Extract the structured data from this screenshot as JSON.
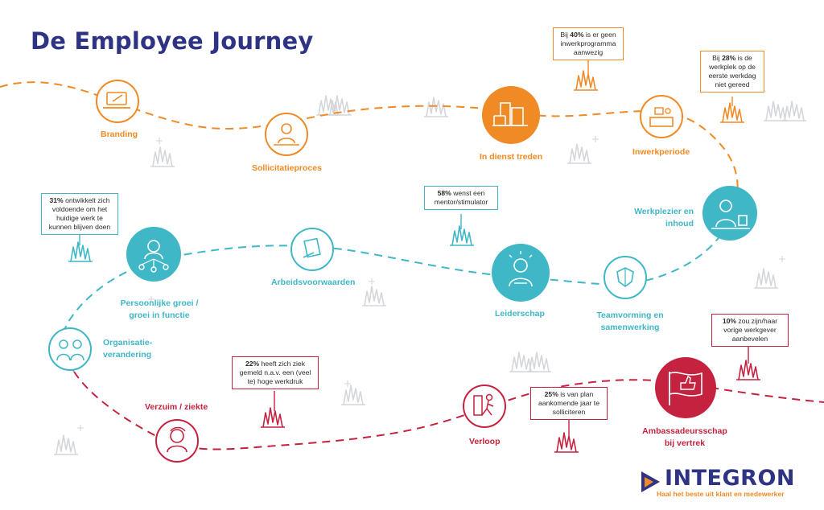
{
  "title": "De Employee Journey",
  "colors": {
    "orange": "#f08a24",
    "blue": "#3fb7c6",
    "red": "#c4223f",
    "navy": "#2e3384",
    "grass": "#d3d6da"
  },
  "stages": {
    "branding": "Branding",
    "sollicitatie": "Sollicitatieproces",
    "in_dienst": "In dienst treden",
    "inwerk": "Inwerkperiode",
    "werkplezier_1": "Werkplezier en",
    "werkplezier_2": "inhoud",
    "teamvorming_1": "Teamvorming en",
    "teamvorming_2": "samenwerking",
    "leiderschap": "Leiderschap",
    "arbeidsvoorwaarden": "Arbeidsvoorwaarden",
    "groei_1": "Persoonlijke groei /",
    "groei_2": "groei in functie",
    "organisatie_1": "Organisatie-",
    "organisatie_2": "verandering",
    "verzuim": "Verzuim / ziekte",
    "verloop": "Verloop",
    "ambassadeur_1": "Ambassadeursschap",
    "ambassadeur_2": "bij vertrek"
  },
  "signs": {
    "s40": {
      "pre": "Bij ",
      "pct": "40%",
      "post": " is er geen inwerkprogramma aanwezig"
    },
    "s28": {
      "pre": "Bij ",
      "pct": "28%",
      "post": " is de werkplek op de eerste werkdag niet gereed"
    },
    "s58": {
      "pre": "",
      "pct": "58%",
      "post": " wenst een mentor/stimulator"
    },
    "s31": {
      "pre": "",
      "pct": "31%",
      "post": " ontwikkelt zich voldoende om het huidige werk te kunnen blijven doen"
    },
    "s22": {
      "pre": "",
      "pct": "22%",
      "post": " heeft zich ziek gemeld n.a.v. een (veel te) hoge werkdruk"
    },
    "s25": {
      "pre": "",
      "pct": "25%",
      "post": " is van plan aankomende jaar te solliciteren"
    },
    "s10": {
      "pre": "",
      "pct": "10%",
      "post": " zou zijn/haar vorige werkgever aanbevelen"
    }
  },
  "icons": {
    "branding": "laptop-pen-icon",
    "sollicitatie": "candidate-desk-icon",
    "in_dienst": "office-buildings-icon",
    "inwerk": "workspace-desk-icon",
    "werkplezier": "happy-worker-icon",
    "teamvorming": "puzzle-hands-icon",
    "leiderschap": "leader-icon",
    "arbeidsvoorwaarden": "contract-signing-icon",
    "groei": "growth-network-icon",
    "organisatie": "conversation-people-icon",
    "verzuim": "sick-person-icon",
    "verloop": "person-leaving-icon",
    "ambassadeur": "thumbs-up-flag-icon"
  },
  "logo": {
    "name": "INTEGRON",
    "tagline": "Haal het beste uit klant en medewerker"
  }
}
